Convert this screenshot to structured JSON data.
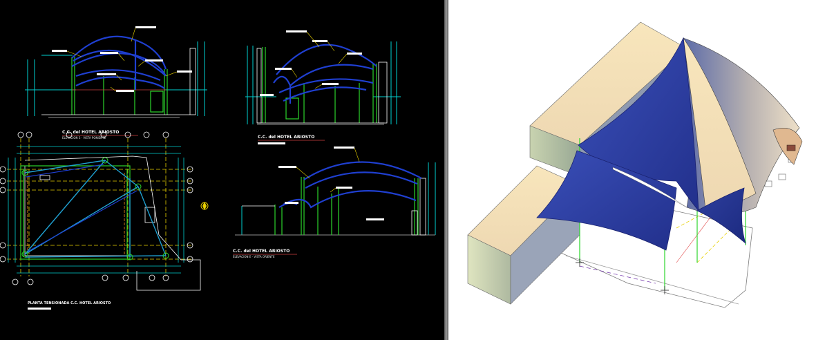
{
  "drawings": {
    "elevation_1": {
      "title": "C.C. del HOTEL ARIOSTO",
      "subtitle": "ELEVACION S - VISTA PONIENTE"
    },
    "elevation_2": {
      "title": "C.C. del HOTEL ARIOSTO"
    },
    "elevation_3": {
      "title": "C.C. del HOTEL ARIOSTO",
      "subtitle": "ELEVACION E - VISTA ORIENTE"
    },
    "plan": {
      "title": "PLANTA TENSIONADA C.C. HOTEL ARIOSTO"
    }
  },
  "colors": {
    "cad_background": "#000000",
    "membrane_lines": "#1f3fd0",
    "structure_green": "#2bd62b",
    "dimension_cyan": "#00d2d2",
    "axis_yellow": "#e8d000",
    "model_blue": "#2e3f9e",
    "model_cream": "#f0dcb0"
  }
}
